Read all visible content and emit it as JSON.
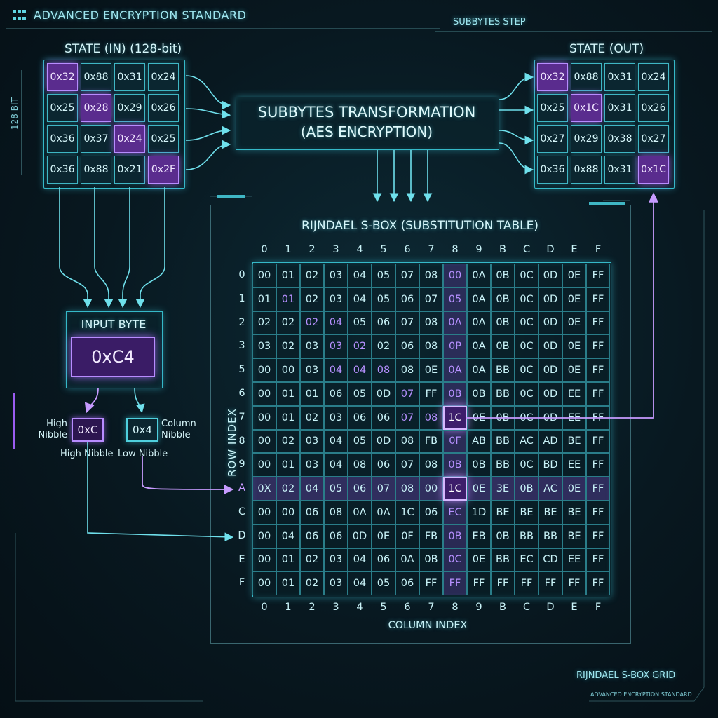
{
  "header": {
    "title": "ADVANCED ENCRYPTION STANDARD",
    "step": "SUBBYTES STEP"
  },
  "state_in": {
    "label": "STATE (IN) (128-bit)",
    "side_label": "128-BIT",
    "cells": [
      [
        "0x32",
        "0x88",
        "0x31",
        "0x24"
      ],
      [
        "0x25",
        "0x28",
        "0x29",
        "0x26"
      ],
      [
        "0x36",
        "0x37",
        "0x24",
        "0x25"
      ],
      [
        "0x36",
        "0x88",
        "0x21",
        "0x2F"
      ]
    ],
    "highlight": [
      [
        0,
        0
      ],
      [
        1,
        1
      ],
      [
        2,
        2
      ],
      [
        3,
        3
      ]
    ]
  },
  "transform": {
    "line1": "SUBBYTES TRANSFORMATION",
    "line2": "(AES ENCRYPTION)"
  },
  "state_out": {
    "label": "STATE (OUT)",
    "cells": [
      [
        "0x32",
        "0x88",
        "0x31",
        "0x24"
      ],
      [
        "0x25",
        "0x1C",
        "0x31",
        "0x26"
      ],
      [
        "0x27",
        "0x29",
        "0x38",
        "0x27"
      ],
      [
        "0x36",
        "0x88",
        "0x31",
        "0x1C"
      ]
    ],
    "highlight": [
      [
        0,
        0
      ],
      [
        1,
        1
      ],
      [
        3,
        3
      ]
    ]
  },
  "input": {
    "label": "INPUT BYTE",
    "value": "0xC4",
    "high_value": "0xC",
    "high_label": "High\nNibble",
    "low_value": "0x4",
    "low_label": "Column\nNibble",
    "high_caption": "High Nibble",
    "low_caption": "Low Nibble"
  },
  "sbox": {
    "title": "RIJNDAEL S-BOX (SUBSTITUTION TABLE)",
    "row_axis": "ROW INDEX",
    "col_axis": "COLUMN INDEX",
    "footer": "RIJNDAEL S-BOX GRID",
    "col_headers": [
      "0",
      "1",
      "2",
      "3",
      "4",
      "5",
      "6",
      "7",
      "8",
      "9",
      "B",
      "C",
      "D",
      "E",
      "F"
    ],
    "row_headers": [
      "0",
      "1",
      "2",
      "3",
      "5",
      "6",
      "7",
      "8",
      "9",
      "A",
      "C",
      "D",
      "E",
      "F"
    ],
    "rows": [
      [
        "00",
        "01",
        "02",
        "03",
        "04",
        "05",
        "07",
        "08",
        "00",
        "0A",
        "0B",
        "0C",
        "0D",
        "0E",
        "FF"
      ],
      [
        "01",
        "01",
        "02",
        "03",
        "04",
        "05",
        "06",
        "07",
        "05",
        "0A",
        "0B",
        "0C",
        "0D",
        "0E",
        "FF"
      ],
      [
        "02",
        "02",
        "02",
        "04",
        "05",
        "06",
        "07",
        "08",
        "0A",
        "0A",
        "0B",
        "0C",
        "0D",
        "0E",
        "FF"
      ],
      [
        "03",
        "02",
        "03",
        "03",
        "02",
        "02",
        "06",
        "08",
        "0P",
        "0A",
        "0B",
        "0C",
        "0D",
        "0E",
        "FF"
      ],
      [
        "00",
        "00",
        "03",
        "04",
        "04",
        "08",
        "08",
        "0E",
        "0A",
        "0A",
        "BB",
        "0C",
        "0D",
        "0E",
        "FF"
      ],
      [
        "00",
        "01",
        "01",
        "06",
        "05",
        "0D",
        "07",
        "FF",
        "0B",
        "0B",
        "BB",
        "0C",
        "0D",
        "EE",
        "FF"
      ],
      [
        "00",
        "01",
        "02",
        "03",
        "06",
        "06",
        "07",
        "08",
        "1C",
        "0E",
        "0B",
        "0C",
        "0D",
        "EE",
        "FF"
      ],
      [
        "00",
        "02",
        "03",
        "04",
        "05",
        "0D",
        "08",
        "FB",
        "0F",
        "AB",
        "BB",
        "AC",
        "AD",
        "BE",
        "FF"
      ],
      [
        "00",
        "01",
        "03",
        "04",
        "08",
        "06",
        "07",
        "08",
        "0B",
        "0B",
        "BB",
        "0C",
        "BD",
        "EE",
        "FF"
      ],
      [
        "0X",
        "02",
        "04",
        "05",
        "06",
        "07",
        "08",
        "00",
        "1C",
        "0E",
        "3E",
        "0B",
        "AC",
        "0E",
        "FF"
      ],
      [
        "00",
        "00",
        "06",
        "08",
        "0A",
        "0A",
        "1C",
        "06",
        "EC",
        "1D",
        "BE",
        "BE",
        "BE",
        "BE",
        "FF"
      ],
      [
        "00",
        "04",
        "06",
        "06",
        "0D",
        "0E",
        "0F",
        "FB",
        "0B",
        "EB",
        "0B",
        "BB",
        "BB",
        "BE",
        "FF"
      ],
      [
        "00",
        "01",
        "02",
        "03",
        "04",
        "06",
        "0A",
        "0B",
        "0C",
        "0E",
        "BB",
        "EC",
        "CD",
        "EE",
        "FF"
      ],
      [
        "00",
        "01",
        "02",
        "03",
        "04",
        "05",
        "06",
        "FF",
        "FF",
        "FF",
        "FF",
        "FF",
        "FF",
        "FF",
        "FF"
      ]
    ],
    "purple_cells": [
      [
        1,
        1
      ],
      [
        2,
        2
      ],
      [
        2,
        3
      ],
      [
        3,
        3
      ],
      [
        3,
        4
      ],
      [
        4,
        3
      ],
      [
        4,
        4
      ],
      [
        4,
        5
      ],
      [
        5,
        6
      ],
      [
        6,
        6
      ],
      [
        6,
        7
      ]
    ],
    "hit_cells": [
      [
        6,
        8
      ],
      [
        9,
        8
      ]
    ],
    "highlight_col": 8,
    "highlight_row": 9
  },
  "footer_text": "ADVANCED ENCRYPTION STANDARD"
}
